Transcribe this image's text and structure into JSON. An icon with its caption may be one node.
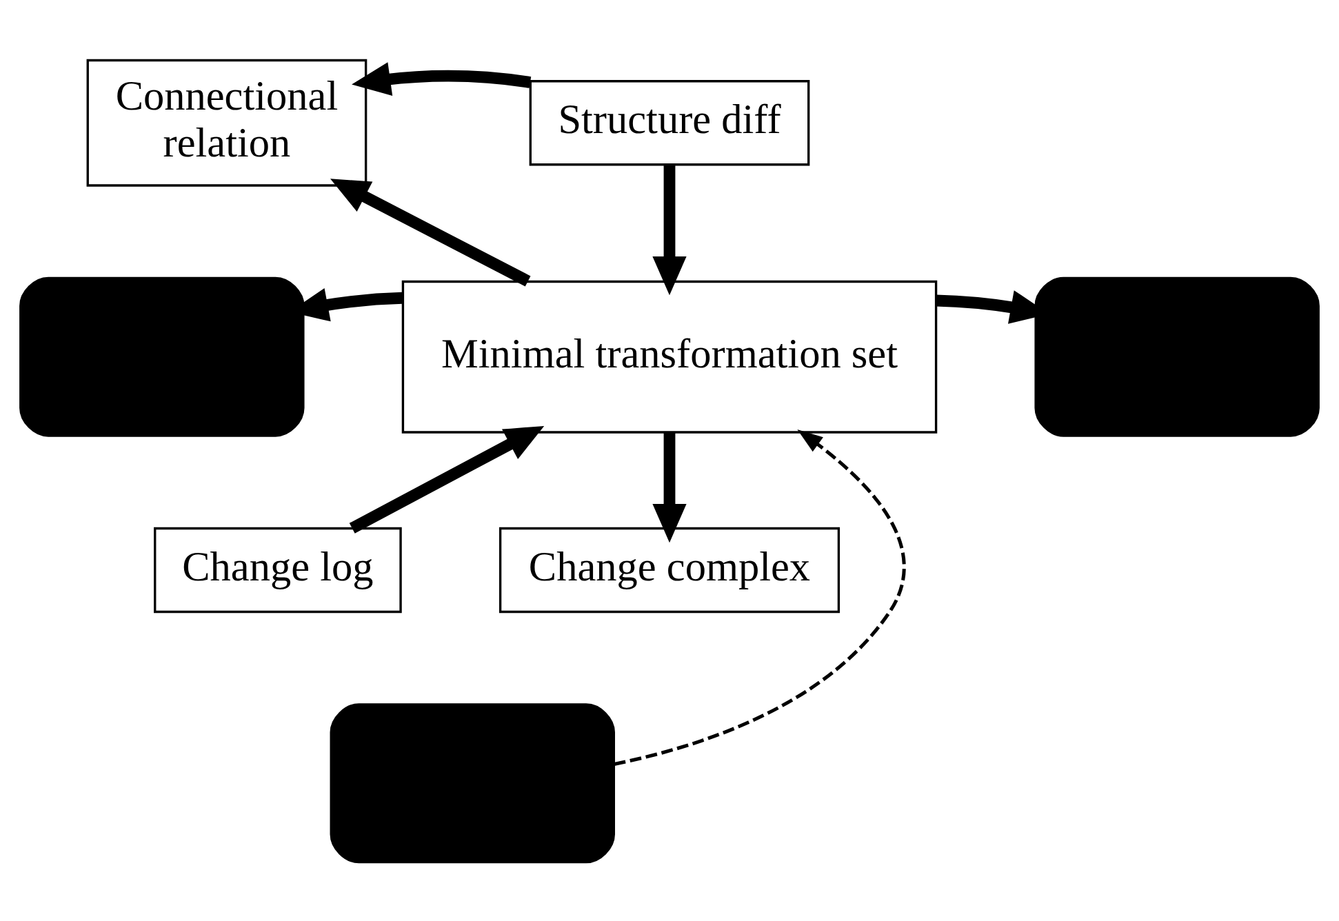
{
  "diagram": {
    "nodes": [
      {
        "text": [
          "Connectional relation"
        ]
      },
      {
        "text": [
          "Structure diff"
        ]
      },
      {
        "text": [],
        "shape": "box"
      },
      {
        "text": [
          "Minimal transformation set"
        ]
      },
      {
        "text": [],
        "shape": "box"
      },
      {
        "text": [
          "Change log"
        ]
      },
      {
        "text": [
          "Change complex"
        ]
      },
      {
        "text": [],
        "shape": "box"
      }
    ],
    "edges": [
      {
        "from": 1,
        "to": 0,
        "arrow": "to"
      },
      {
        "from": 3,
        "to": 0,
        "arrow": "to"
      },
      {
        "from": 1,
        "to": 3,
        "arrow": "to"
      },
      {
        "from": 3,
        "to": 2,
        "arrow": "to"
      },
      {
        "from": 3,
        "to": 4,
        "arrow": "to"
      },
      {
        "from": 5,
        "to": 3,
        "arrow": "to"
      },
      {
        "from": 3,
        "to": 6,
        "arrow": "to"
      },
      {
        "from": 7,
        "to": 3,
        "arrow": "to",
        "style": "dashed"
      }
    ]
  }
}
